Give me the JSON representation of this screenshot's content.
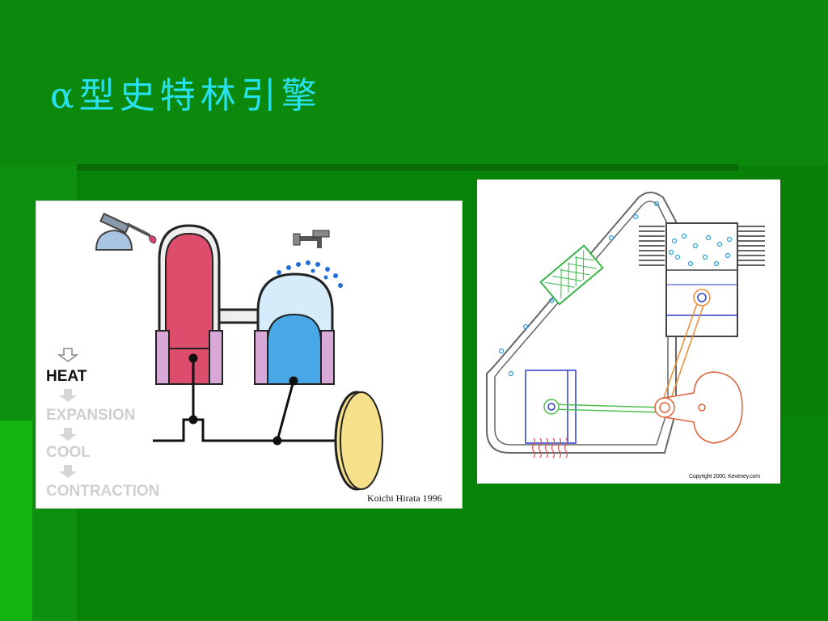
{
  "slide": {
    "title": "α型史特林引擎"
  },
  "left_figure": {
    "cycle_steps": [
      "HEAT",
      "EXPANSION",
      "COOL",
      "CONTRACTION"
    ],
    "active_step": "HEAT",
    "credit": "Koichi Hirata 1996",
    "colors": {
      "hot_piston": "#dc4e6c",
      "cold_piston": "#4aa8e6",
      "cold_zone": "#d6ecfa",
      "cylinder_wall": "#d8a8d6",
      "flywheel": "#f6e08a",
      "drops": "#1f6fd6"
    },
    "icons": [
      "burner-icon",
      "faucet-icon",
      "water-drops-icon",
      "flywheel-icon"
    ]
  },
  "right_figure": {
    "credit": "Copyright 2000, Keveney.com",
    "colors": {
      "regenerator": "#3db54a",
      "gas_bubbles": "#2a9fd8",
      "crank": "#e0603a",
      "connecting_rod": "#f08a30",
      "piston_rod": "#4ec04e",
      "guides": "#2a3fc8",
      "heat": "#e05050"
    },
    "icons": [
      "regenerator-icon",
      "cooling-fins-icon",
      "heat-waves-icon",
      "crank-wheel-icon"
    ]
  },
  "theme": {
    "background": "#0a8a0a",
    "title_color": "#27e1ef"
  }
}
